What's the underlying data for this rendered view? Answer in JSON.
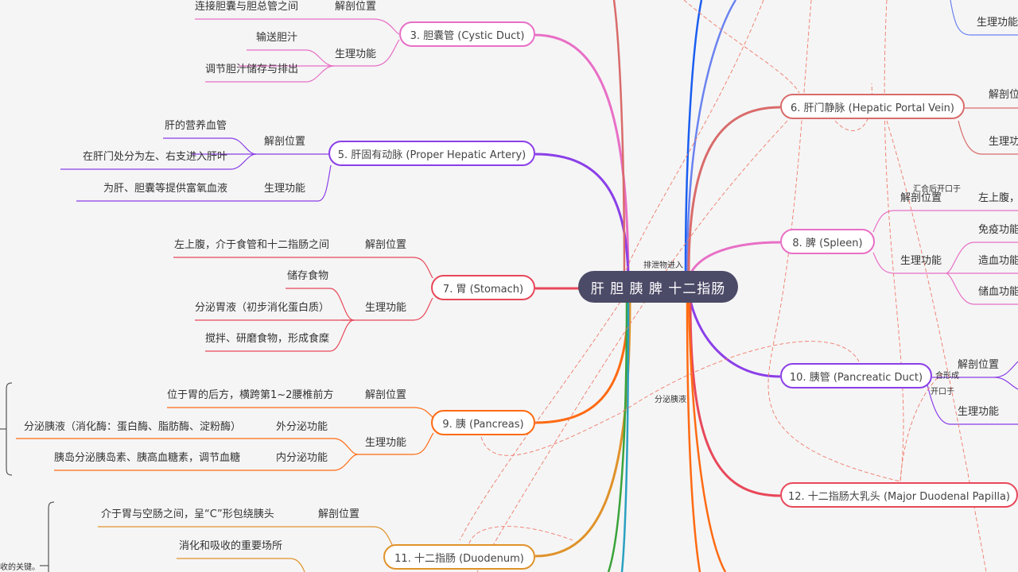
{
  "central_topic": "肝 胆 胰 脾 十二指肠",
  "colors": {
    "cystic": "#e86fc6",
    "artery": "#8b3fe8",
    "stomach": "#e8485a",
    "pancreas": "#ff6a12",
    "duodenum": "#e0922a",
    "portal": "#d96b6b",
    "spleen": "#e86fc6",
    "pduct": "#8b3fe8",
    "papilla": "#e8485a",
    "relation": "#f07a6a",
    "center": "#4b4a67"
  },
  "left": {
    "cystic": {
      "title": "3. 胆囊管 (Cystic Duct)",
      "anat": "解剖位置",
      "anat_leaf": "连接胆囊与胆总管之间",
      "func": "生理功能",
      "func_leaves": [
        "输送胆汁",
        "调节胆汁储存与排出"
      ]
    },
    "artery": {
      "title": "5. 肝固有动脉 (Proper Hepatic Artery)",
      "anat": "解剖位置",
      "anat_leaves": [
        "肝的营养血管",
        "在肝门处分为左、右支进入肝叶"
      ],
      "func": "生理功能",
      "func_leaf": "为肝、胆囊等提供富氧血液"
    },
    "stomach": {
      "title": "7. 胃 (Stomach)",
      "anat": "解剖位置",
      "anat_leaf": "左上腹，介于食管和十二指肠之间",
      "func": "生理功能",
      "func_leaves": [
        "储存食物",
        "分泌胃液（初步消化蛋白质）",
        "搅拌、研磨食物，形成食糜"
      ]
    },
    "pancreas": {
      "title": "9. 胰 (Pancreas)",
      "anat": "解剖位置",
      "anat_leaf": "位于胃的后方，横跨第1~2腰椎前方",
      "func": "生理功能",
      "exo": "外分泌功能",
      "exo_leaf": "分泌胰液（消化酶：蛋白酶、脂肪酶、淀粉酶）",
      "endo": "内分泌功能",
      "endo_leaf": "胰岛分泌胰岛素、胰高血糖素，调节血糖"
    },
    "duodenum": {
      "title": "11. 十二指肠 (Duodenum)",
      "anat": "解剖位置",
      "anat_leaf": "介于胃与空肠之间，呈“C”形包绕胰头",
      "func_leaf": "消化和吸收的重要场所",
      "summary_fragment": "收的关键。"
    }
  },
  "right": {
    "top": {
      "func": "生理功能"
    },
    "portal": {
      "title": "6. 肝门静脉 (Hepatic Portal Vein)",
      "anat": "解剖位",
      "func": "生理功"
    },
    "spleen": {
      "title": "8. 脾 (Spleen)",
      "anat": "解剖位置",
      "anat_leaf": "左上腹，",
      "func": "生理功能",
      "func_leaves": [
        "免疫功能",
        "造血功能",
        "储血功能"
      ]
    },
    "pduct": {
      "title": "10. 胰管 (Pancreatic Duct)",
      "anat": "解剖位置",
      "func": "生理功能"
    },
    "papilla": {
      "title": "12. 十二指肠大乳头 (Major Duodenal Papilla)"
    }
  },
  "relations": {
    "excrete": "排泄物进入",
    "secrete": "分泌胰液",
    "merge_open": "汇合后开口于",
    "merge_form": "合形成",
    "open_at": "开口于"
  }
}
